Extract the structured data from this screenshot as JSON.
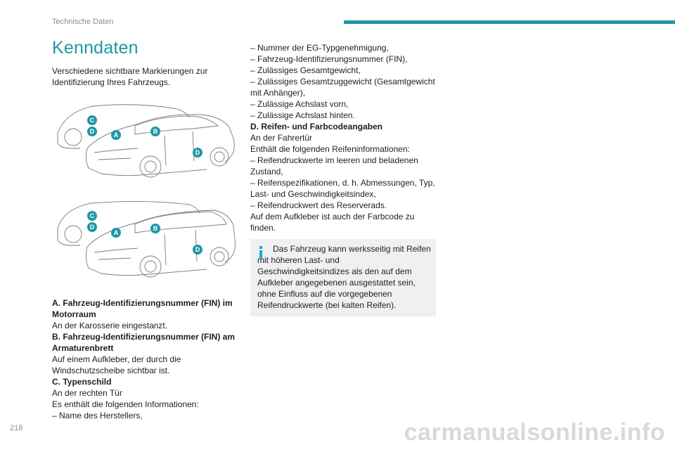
{
  "header": {
    "section": "Technische Daten"
  },
  "page_number": "218",
  "watermark": "carmanualsonline.info",
  "title": "Kenndaten",
  "intro": "Verschiedene sichtbare Markierungen zur Identifizierung Ihres Fahrzeugs.",
  "figure_markers": [
    "C",
    "D",
    "A",
    "B",
    "D"
  ],
  "left_blocks": [
    {
      "text": "A. Fahrzeug-Identifizierungsnummer (FIN) im Motorraum",
      "bold": true
    },
    {
      "text": "An der Karosserie eingestanzt.",
      "bold": false
    },
    {
      "text": "B. Fahrzeug-Identifizierungsnummer (FIN) am Armaturenbrett",
      "bold": true
    },
    {
      "text": "Auf einem Aufkleber, der durch die Windschutzscheibe sichtbar ist.",
      "bold": false
    },
    {
      "text": "C. Typenschild",
      "bold": true
    },
    {
      "text": "An der rechten Tür",
      "bold": false
    },
    {
      "text": "Es enthält die folgenden Informationen:",
      "bold": false
    },
    {
      "text": "– Name des Herstellers,",
      "bold": false
    }
  ],
  "right_blocks": [
    {
      "text": "– Nummer der EG-Typgenehmigung,",
      "bold": false
    },
    {
      "text": "– Fahrzeug-Identifizierungsnummer (FIN),",
      "bold": false
    },
    {
      "text": "– Zulässiges Gesamtgewicht,",
      "bold": false
    },
    {
      "text": "– Zulässiges Gesamtzuggewicht (Gesamtgewicht mit Anhänger),",
      "bold": false
    },
    {
      "text": "– Zulässige Achslast vorn,",
      "bold": false
    },
    {
      "text": "– Zulässige Achslast hinten.",
      "bold": false
    },
    {
      "text": "D. Reifen- und Farbcodeangaben",
      "bold": true
    },
    {
      "text": "An der Fahrertür",
      "bold": false
    },
    {
      "text": "Enthält die folgenden Reifeninformationen:",
      "bold": false
    },
    {
      "text": "– Reifendruckwerte im leeren und beladenen Zustand,",
      "bold": false
    },
    {
      "text": "– Reifenspezifikationen, d. h. Abmessungen, Typ, Last- und Geschwindigkeitsindex,",
      "bold": false
    },
    {
      "text": "– Reifendruckwert des Reserverads.",
      "bold": false
    },
    {
      "text": "Auf dem Aufkleber ist auch der Farbcode zu finden.",
      "bold": false
    }
  ],
  "info_box": {
    "text": "Das Fahrzeug kann werksseitig mit Reifen mit höheren Last- und Geschwindigkeitsindizes als den auf dem Aufkleber angegebenen ausgestattet sein, ohne Einfluss auf die vorgegebenen Reifendruckwerte (bei kalten Reifen)."
  },
  "colors": {
    "accent": "#1f96a6",
    "info_icon": "#1fa8d8",
    "info_bg": "#eef0f2"
  }
}
